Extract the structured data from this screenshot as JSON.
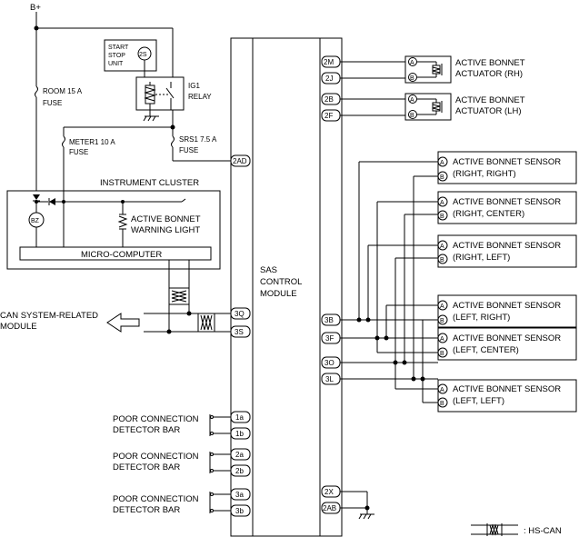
{
  "diagram": {
    "supply_label": "B+",
    "fuses": {
      "room": "ROOM 15 A",
      "meter1": "METER1 10 A",
      "srs1": "SRS1 7.5 A",
      "fuse_word": "FUSE"
    },
    "start_stop_unit": {
      "line1": "START",
      "line2": "STOP",
      "line3": "UNIT",
      "terminal": "2S"
    },
    "ig1_relay": {
      "line1": "IG1",
      "line2": "RELAY"
    },
    "instrument_cluster": {
      "title": "INSTRUMENT CLUSTER",
      "buzzer": "BZ",
      "warning_light_line1": "ACTIVE BONNET",
      "warning_light_line2": "WARNING LIGHT",
      "micro_computer": "MICRO-COMPUTER"
    },
    "can_module": {
      "line1": "CAN SYSTEM-RELATED",
      "line2": "MODULE"
    },
    "sas_module": {
      "line1": "SAS",
      "line2": "CONTROL",
      "line3": "MODULE"
    },
    "left_terminals": [
      "2AD",
      "3Q",
      "3S",
      "1a",
      "1b",
      "2a",
      "2b",
      "3a",
      "3b"
    ],
    "right_terminals": [
      "2M",
      "2J",
      "2B",
      "2F",
      "3B",
      "3F",
      "3O",
      "3L",
      "2X",
      "2AB"
    ],
    "poor_connection": {
      "line1": "POOR CONNECTION",
      "line2": "DETECTOR BAR"
    },
    "actuators": [
      {
        "line1": "ACTIVE BONNET",
        "line2": "ACTUATOR (RH)"
      },
      {
        "line1": "ACTIVE BONNET",
        "line2": "ACTUATOR (LH)"
      }
    ],
    "actuator_pins": [
      "A",
      "B"
    ],
    "sensors": [
      {
        "line1": "ACTIVE BONNET SENSOR",
        "line2": "(RIGHT, RIGHT)"
      },
      {
        "line1": "ACTIVE BONNET SENSOR",
        "line2": "(RIGHT, CENTER)"
      },
      {
        "line1": "ACTIVE BONNET SENSOR",
        "line2": "(RIGHT, LEFT)"
      },
      {
        "line1": "ACTIVE BONNET SENSOR",
        "line2": "(LEFT, RIGHT)"
      },
      {
        "line1": "ACTIVE BONNET SENSOR",
        "line2": "(LEFT, CENTER)"
      },
      {
        "line1": "ACTIVE BONNET SENSOR",
        "line2": "(LEFT, LEFT)"
      }
    ],
    "sensor_pins": [
      "A",
      "B"
    ],
    "legend": ": HS-CAN"
  }
}
